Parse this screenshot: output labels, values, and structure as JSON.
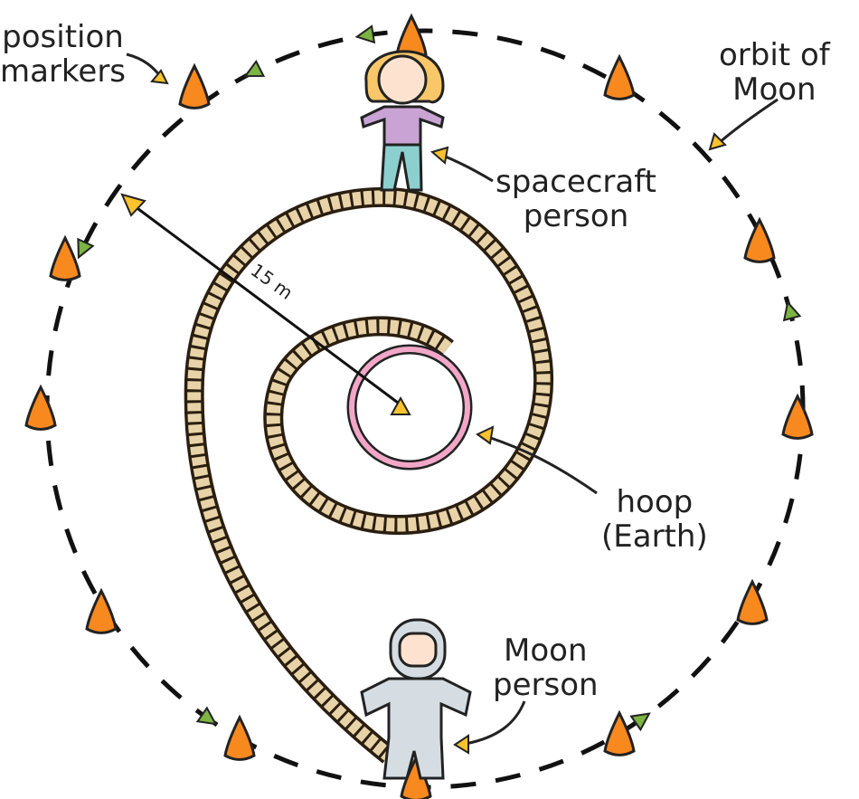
{
  "labels": {
    "position_markers_1": "position",
    "position_markers_2": "markers",
    "orbit_1": "orbit of",
    "orbit_2": "Moon",
    "spacecraft_1": "spacecraft",
    "spacecraft_2": "person",
    "distance": "15 m",
    "hoop_1": "hoop",
    "hoop_2": "(Earth)",
    "moon_1": "Moon",
    "moon_2": "person"
  },
  "colors": {
    "cone": "#f7891f",
    "arrow": "#7cb342",
    "pointer": "#f9c22e",
    "hoop": "#f2a7c8",
    "rope": "#e8d3a8",
    "shirt": "#c9a3d4",
    "pants": "#8ccfcf",
    "suit": "#d5dde2"
  }
}
